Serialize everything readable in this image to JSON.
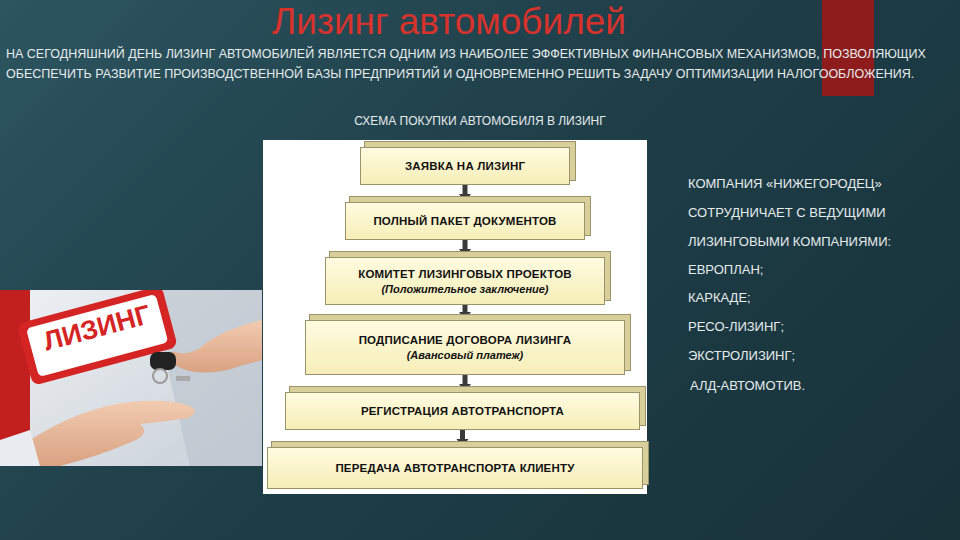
{
  "diagram": {
    "title": "Лизинг автомобилей",
    "nodes": [
      {
        "text": [
          "ЗАЯВКА НА ЛИЗИНГ"
        ]
      },
      {
        "text": [
          "ПОЛНЫЙ ПАКЕТ ДОКУМЕНТОВ"
        ]
      },
      {
        "text": [
          "КОМИТЕТ ЛИЗИНГОВЫХ ПРОЕКТОВ",
          "(Положительное заключение)"
        ]
      },
      {
        "text": [
          "ПОДПИСАНИЕ ДОГОВОРА ЛИЗИНГА",
          "(Авансовый платеж)"
        ]
      },
      {
        "text": [
          "РЕГИСТРАЦИЯ АВТОТРАНСПОРТА"
        ]
      },
      {
        "text": [
          "ПЕРЕДАЧА АВТОТРАНСПОРТА КЛИЕНТУ"
        ]
      }
    ],
    "edges": [
      {
        "from": 0,
        "to": 1,
        "arrow": "to"
      },
      {
        "from": 1,
        "to": 2,
        "arrow": "to"
      },
      {
        "from": 2,
        "to": 3,
        "arrow": "to"
      },
      {
        "from": 3,
        "to": 4,
        "arrow": "to"
      },
      {
        "from": 4,
        "to": 5,
        "arrow": "to"
      }
    ],
    "labels": [
      "НА СЕГОДНЯШНИЙ ДЕНЬ ЛИЗИНГ АВТОМОБИЛЕЙ ЯВЛЯЕТСЯ ОДНИМ ИЗ НАИБОЛЕЕ ЭФФЕКТИВНЫХ ФИНАНСОВЫХ МЕХАНИЗМОВ, ПОЗВОЛЯЮЩИХ ОБЕСПЕЧИТЬ РАЗВИТИЕ ПРОИЗВОДСТВЕННОЙ БАЗЫ ПРЕДПРИЯТИЙ И ОДНОВРЕМЕННО РЕШИТЬ ЗАДАЧУ ОПТИМИЗАЦИИ НАЛОГООБЛОЖЕНИЯ.",
      "СХЕМА ПОКУПКИ АВТОМОБИЛЯ В ЛИЗИНГ",
      "КОМПАНИЯ «НИЖЕГОРОДЕЦ» СОТРУДНИЧАЕТ С ВЕДУЩИМИ ЛИЗИНГОВЫМИ КОМПАНИЯМИ:",
      "ЕВРОПЛАН;",
      "КАРКАДЕ;",
      "РЕСО-ЛИЗИНГ;",
      "ЭКСТРОЛИЗИНГ;",
      "АЛД-АВТОМОТИВ.",
      "ЛИЗИНГ"
    ]
  }
}
